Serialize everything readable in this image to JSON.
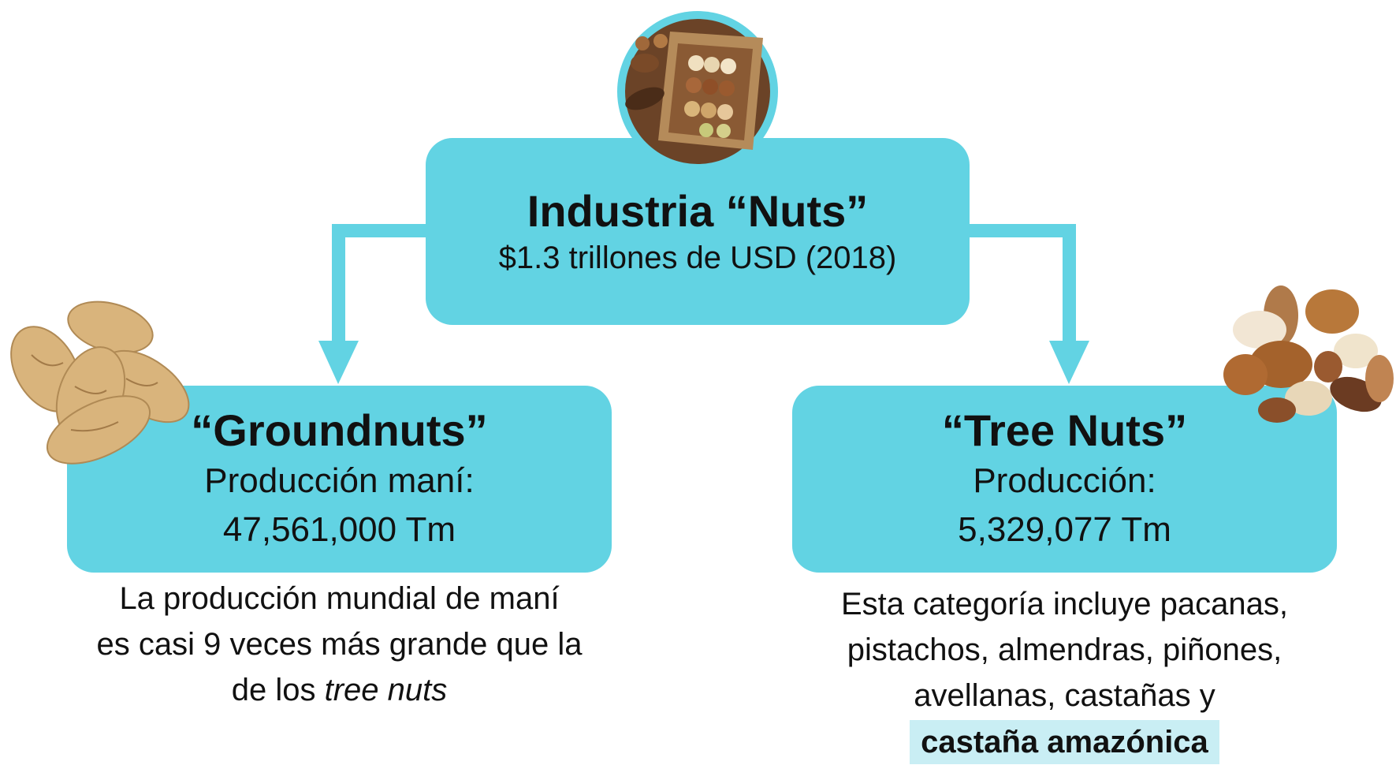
{
  "colors": {
    "box": "#62d3e3",
    "highlight": "#c9eef4",
    "text": "#111111"
  },
  "top": {
    "title": "Industria “Nuts”",
    "subtitle": "$1.3 trillones de USD (2018)"
  },
  "left": {
    "title": "“Groundnuts”",
    "line1": "Producción maní:",
    "line2": "47,561,000 Tm",
    "desc_line1": "La producción mundial de maní",
    "desc_line2": "es casi 9 veces más grande que la",
    "desc_line3_prefix": "de los ",
    "desc_line3_italic": "tree nuts"
  },
  "right": {
    "title": "“Tree Nuts”",
    "line1": "Producción:",
    "line2": "5,329,077 Tm",
    "desc_line1": "Esta categoría incluye pacanas,",
    "desc_line2": "pistachos, almendras, piñones,",
    "desc_line3": "avellanas, castañas y",
    "desc_highlight": "castaña amazónica"
  },
  "images": {
    "top": "nuts-bowl-photo",
    "left": "peanuts-photo",
    "right": "mixed-tree-nuts-photo"
  }
}
